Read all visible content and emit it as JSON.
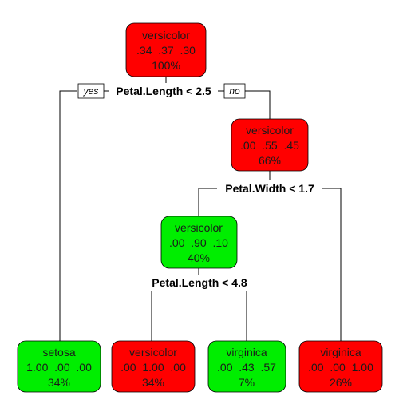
{
  "colors": {
    "class_red": "#ff0000",
    "class_green": "#00ee00",
    "edge": "#000000"
  },
  "branch_labels": {
    "yes": "yes",
    "no": "no"
  },
  "splits": {
    "root": "Petal.Length < 2.5",
    "n2": "Petal.Width < 1.7",
    "n3": "Petal.Length < 4.8"
  },
  "nodes": {
    "root": {
      "class": "versicolor",
      "probs": ".34  .37  .30",
      "pct": "100%",
      "color": "red"
    },
    "n2": {
      "class": "versicolor",
      "probs": ".00  .55  .45",
      "pct": "66%",
      "color": "red"
    },
    "n3": {
      "class": "versicolor",
      "probs": ".00  .90  .10",
      "pct": "40%",
      "color": "green"
    },
    "leaf_setosa": {
      "class": "setosa",
      "probs": "1.00  .00  .00",
      "pct": "34%",
      "color": "green"
    },
    "leaf_versicolor": {
      "class": "versicolor",
      "probs": ".00  1.00  .00",
      "pct": "34%",
      "color": "red"
    },
    "leaf_virginica_small": {
      "class": "virginica",
      "probs": ".00  .43  .57",
      "pct": "7%",
      "color": "green"
    },
    "leaf_virginica": {
      "class": "virginica",
      "probs": ".00  .00  1.00",
      "pct": "26%",
      "color": "red"
    }
  }
}
